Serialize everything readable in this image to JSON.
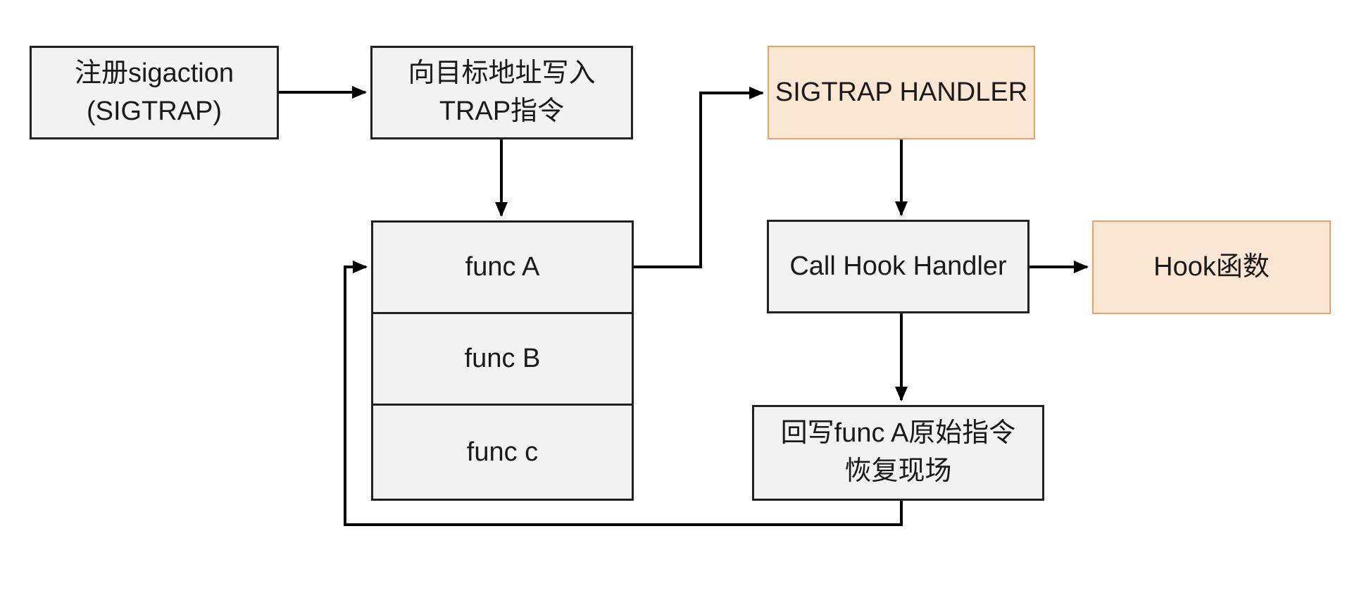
{
  "diagram": {
    "description": "SIGTRAP-based inline hook flowchart",
    "colors": {
      "gray_fill": "#F2F2F2",
      "gray_border": "#212121",
      "orange_fill": "#FBE5D3",
      "orange_border": "#E8A169",
      "arrow": "#000000",
      "text": "#1A1A1A",
      "background": "#FFFFFF"
    },
    "nodes": {
      "register": {
        "line1": "注册sigaction",
        "line2": "(SIGTRAP)",
        "style": "gray"
      },
      "write_trap": {
        "line1": "向目标地址写入",
        "line2": "TRAP指令",
        "style": "gray"
      },
      "sigtrap_handler": {
        "label": "SIGTRAP HANDLER",
        "style": "orange"
      },
      "func_a": {
        "label": "func A",
        "style": "gray"
      },
      "func_b": {
        "label": "func B",
        "style": "gray"
      },
      "func_c": {
        "label": "func c",
        "style": "gray"
      },
      "call_hook": {
        "label": "Call Hook Handler",
        "style": "gray"
      },
      "hook_fn": {
        "label": "Hook函数",
        "style": "orange"
      },
      "restore": {
        "line1": "回写func A原始指令",
        "line2": "恢复现场",
        "style": "gray"
      }
    },
    "edges": [
      {
        "from": "register",
        "to": "write_trap"
      },
      {
        "from": "write_trap",
        "to": "func_a"
      },
      {
        "from": "func_a",
        "to": "sigtrap_handler"
      },
      {
        "from": "sigtrap_handler",
        "to": "call_hook"
      },
      {
        "from": "call_hook",
        "to": "hook_fn"
      },
      {
        "from": "call_hook",
        "to": "restore"
      },
      {
        "from": "restore",
        "to": "func_a"
      }
    ]
  }
}
